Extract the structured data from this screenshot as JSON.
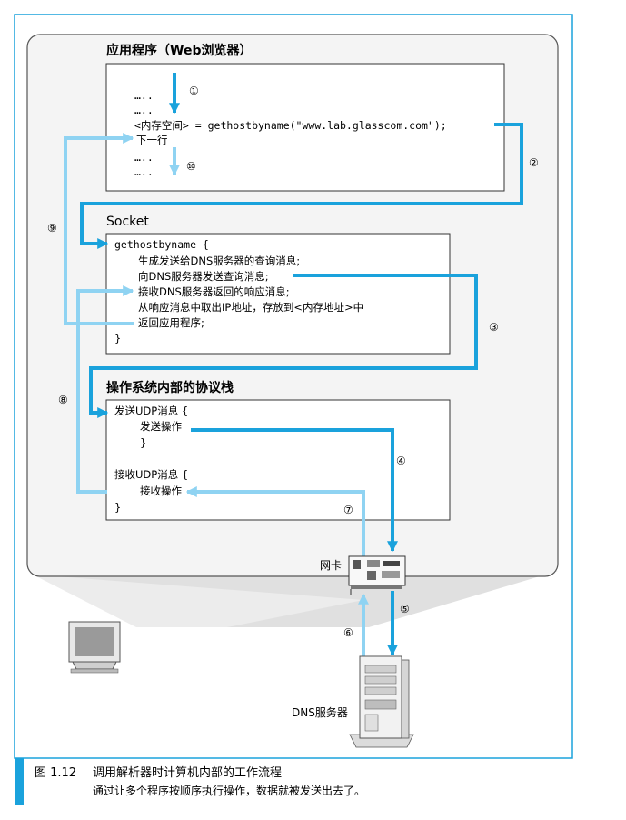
{
  "colors": {
    "dark_arrow": "#1aa2dc",
    "light_arrow": "#8fd3f2",
    "frame_border": "#1aa2dc",
    "caption_bar": "#1aa2dc"
  },
  "app_box": {
    "title": "应用程序（Web浏览器）",
    "lines": [
      "…..",
      "…..",
      "<内存空间> = gethostbyname(\"www.lab.glasscom.com\");",
      "下一行",
      "…..",
      "….."
    ]
  },
  "socket_box": {
    "title": "Socket",
    "lines": [
      "gethostbyname  {",
      "生成发送给DNS服务器的查询消息;",
      "向DNS服务器发送查询消息;",
      "接收DNS服务器返回的响应消息;",
      "从响应消息中取出IP地址，存放到<内存地址>中",
      "返回应用程序;",
      "}"
    ]
  },
  "os_box": {
    "title": "操作系统内部的协议栈",
    "lines": [
      "发送UDP消息  {",
      "发送操作",
      "}",
      "接收UDP消息  {",
      "接收操作",
      "}"
    ]
  },
  "steps": [
    "①",
    "②",
    "③",
    "④",
    "⑤",
    "⑥",
    "⑦",
    "⑧",
    "⑨",
    "⑩"
  ],
  "labels": {
    "nic": "网卡",
    "dns_server": "DNS服务器"
  },
  "icons": [
    "monitor-icon",
    "nic-card-icon",
    "server-tower-icon"
  ],
  "caption": {
    "figure": "图 1.12",
    "title": "调用解析器时计算机内部的工作流程",
    "desc": "通过让多个程序按顺序执行操作，数据就被发送出去了。"
  }
}
